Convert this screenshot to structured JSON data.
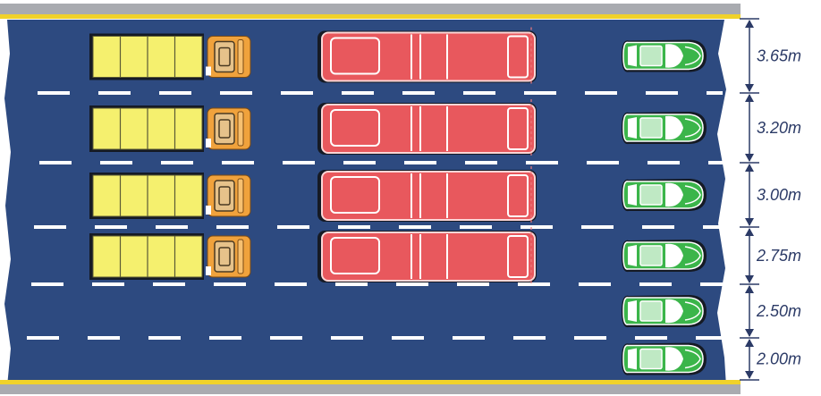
{
  "lane_widths": [
    {
      "label": "3.65m",
      "value_m": 3.65
    },
    {
      "label": "3.20m",
      "value_m": 3.2
    },
    {
      "label": "3.00m",
      "value_m": 3.0
    },
    {
      "label": "2.75m",
      "value_m": 2.75
    },
    {
      "label": "2.50m",
      "value_m": 2.5
    },
    {
      "label": "2.00m",
      "value_m": 2.0
    }
  ],
  "vehicles_per_lane": [
    [
      "truck",
      "bus",
      "car"
    ],
    [
      "truck",
      "bus",
      "car"
    ],
    [
      "truck",
      "bus",
      "car"
    ],
    [
      "truck",
      "bus",
      "car"
    ],
    [
      "car"
    ],
    [
      "car"
    ]
  ],
  "colors": {
    "road": "#2d4a80",
    "road_edge": "#a9abb0",
    "edge_line": "#f0d22a",
    "lane_marking": "#ffffff",
    "truck_cargo": "#f5f06e",
    "truck_cab": "#f0a23c",
    "bus": "#e8585d",
    "car": "#3bb54a",
    "dimension": "#2b3a66"
  },
  "icons": {
    "truck": "truck-icon",
    "bus": "bus-icon",
    "car": "car-icon",
    "dimension_arrow": "double-arrow-icon"
  }
}
